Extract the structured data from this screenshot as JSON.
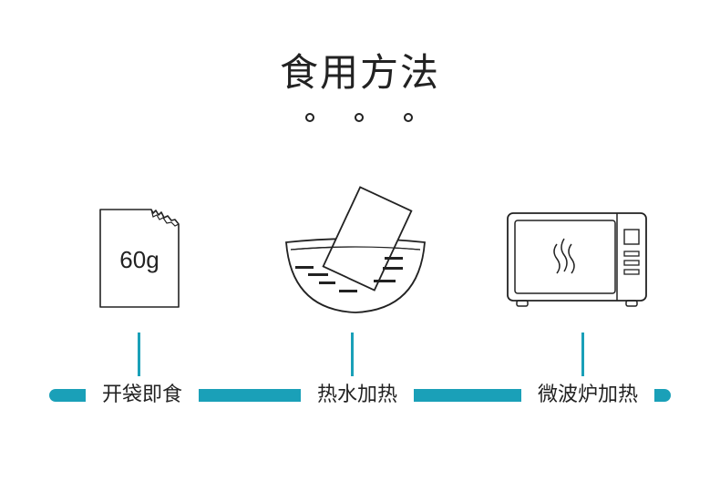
{
  "title": "食用方法",
  "accent_color": "#1aa0b8",
  "steps": [
    {
      "label": "开袋即食",
      "icon": "food-pouch-icon",
      "pouch_text": "60g"
    },
    {
      "label": "热水加热",
      "icon": "hot-water-bowl-icon"
    },
    {
      "label": "微波炉加热",
      "icon": "microwave-icon"
    }
  ]
}
